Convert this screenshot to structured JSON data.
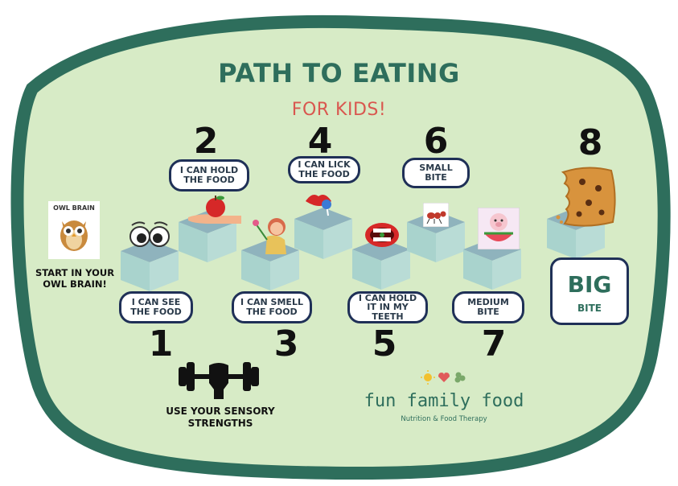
{
  "title": "PATH TO EATING",
  "subtitle": "FOR KIDS!",
  "colors": {
    "background": "#d7ebc6",
    "border": "#2e6e5c",
    "title": "#2e6e5c",
    "subtitle": "#d9574f",
    "pill_border": "#1f3057",
    "cube_top": "#8fb3bd",
    "cube_front": "#a9d3cd"
  },
  "owl": {
    "label": "OWL BRAIN",
    "caption": "START IN YOUR\nOWL BRAIN!"
  },
  "steps": [
    {
      "number": "1",
      "label": "I  CAN  SEE\nTHE FOOD",
      "icon": "googly-eyes-icon"
    },
    {
      "number": "2",
      "label": "I CAN HOLD\nTHE FOOD",
      "icon": "hand-holding-apple-icon"
    },
    {
      "number": "3",
      "label": "I CAN SMELL\nTHE FOOD",
      "icon": "girl-smelling-flower-icon"
    },
    {
      "number": "4",
      "label": "I CAN LICK\nTHE FOOD",
      "icon": "lips-lollipop-icon"
    },
    {
      "number": "5",
      "label": "I CAN HOLD\nIT IN MY TEETH",
      "icon": "mouth-with-teeth-icon"
    },
    {
      "number": "6",
      "label": "SMALL\nBITE",
      "icon": "ant-eating-icon"
    },
    {
      "number": "7",
      "label": "MEDIUM\nBITE",
      "icon": "pig-eating-watermelon-icon"
    },
    {
      "number": "8",
      "big": "BIG",
      "bite": "BITE",
      "icon": "bitten-cookie-icon"
    }
  ],
  "sensory": {
    "caption": "USE YOUR SENSORY\nSTRENGTHS",
    "icon": "dumbbell-fist-icon"
  },
  "brand": {
    "name": "fun family food",
    "tagline": "Nutrition & Food Therapy",
    "icon": "sun-heart-clover-icon"
  }
}
